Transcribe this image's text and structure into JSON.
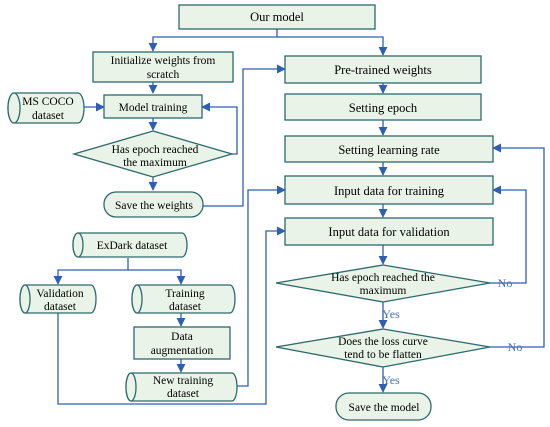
{
  "colors": {
    "box_fill": "#e9f3e7",
    "box_stroke": "#2b6a6e",
    "arrow": "#2f5fb0",
    "text": "#000000",
    "yes_no": "#4a6fb5"
  },
  "nodes": {
    "our_model": "Our model",
    "init_weights": [
      "Initialize weights from",
      "scratch"
    ],
    "ms_coco": [
      "MS COCO",
      "dataset"
    ],
    "model_training": "Model training",
    "epoch_check_left": [
      "Has epoch reached",
      "the maximum"
    ],
    "save_weights": "Save the weights",
    "pretrained": "Pre-trained weights",
    "setting_epoch": "Setting epoch",
    "setting_lr": "Setting learning rate",
    "input_training": "Input data for training",
    "input_validation": "Input data for validation",
    "epoch_check_right": [
      "Has epoch reached the",
      "maximum"
    ],
    "loss_check": [
      "Does the loss curve",
      "tend to be flatten"
    ],
    "save_model": "Save the model",
    "exdark": "ExDark dataset",
    "validation_dataset": [
      "Validation",
      "dataset"
    ],
    "training_dataset": [
      "Training",
      "dataset"
    ],
    "data_aug": [
      "Data",
      "augmentation"
    ],
    "new_training": [
      "New training",
      "dataset"
    ]
  },
  "edge_labels": {
    "yes_1": "Yes",
    "no_1": "No",
    "yes_2": "Yes",
    "no_2": "No"
  }
}
